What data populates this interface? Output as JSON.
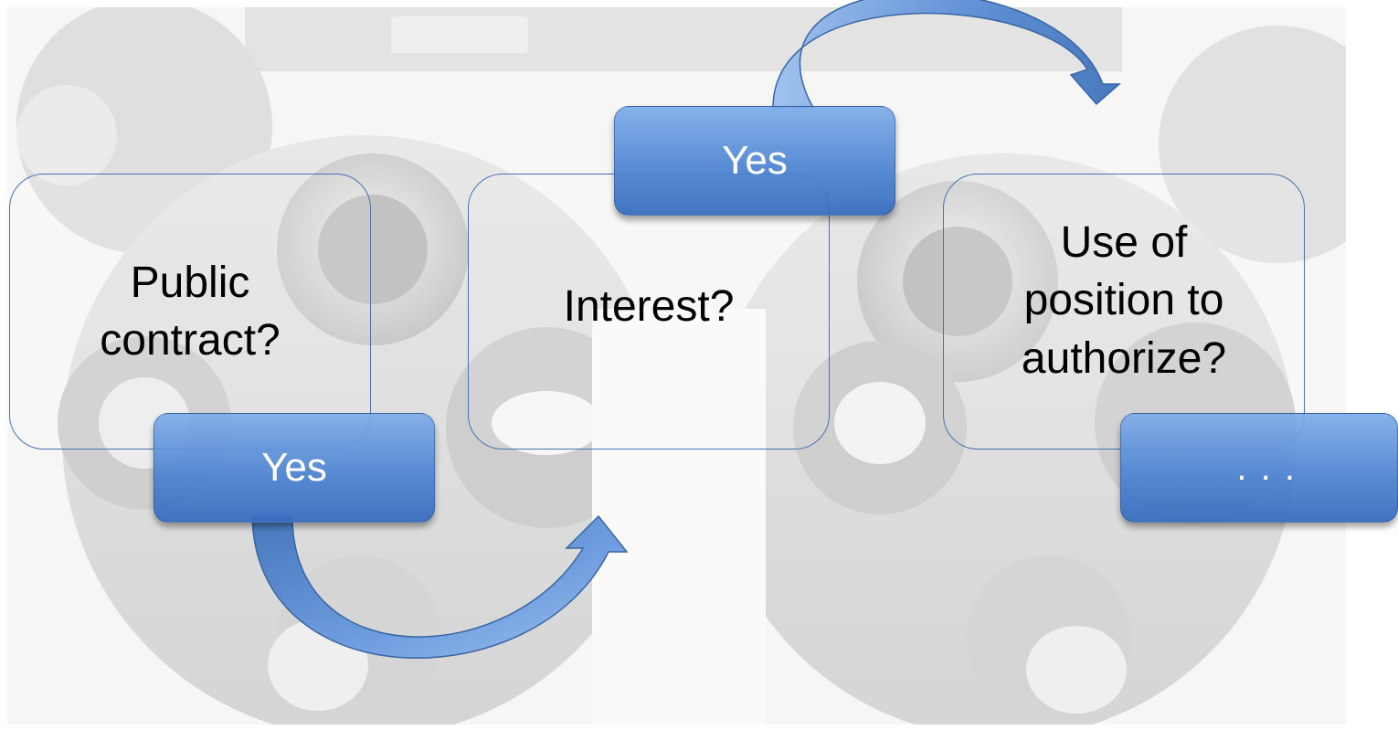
{
  "steps": [
    {
      "question": "Public contract?",
      "answer": "Yes"
    },
    {
      "question": "Interest?",
      "answer": "Yes"
    },
    {
      "question": "Use of position to authorize?",
      "answer": ". . ."
    }
  ],
  "colors": {
    "card_border": "#4a72b3",
    "tag_fill": "#5b8fd6",
    "arrow_fill": "#4f86cf",
    "text_dark": "#000000",
    "text_light": "#ffffff"
  }
}
